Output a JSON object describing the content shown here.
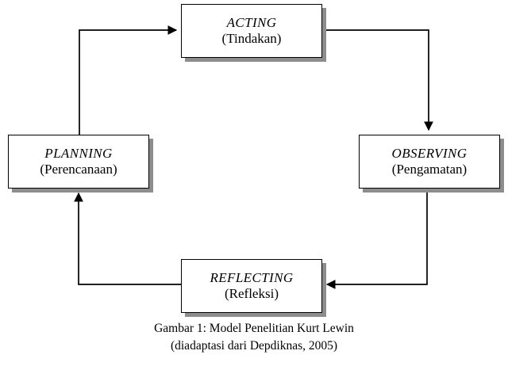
{
  "figure": {
    "caption_line_1": "Gambar 1:  Model Penelitian Kurt Lewin",
    "caption_line_2": "(diadaptasi dari Depdiknas, 2005)"
  },
  "nodes": {
    "acting": {
      "title_en": "ACTING",
      "title_id": "(Tindakan)"
    },
    "observing": {
      "title_en": "OBSERVING",
      "title_id": "(Pengamatan)"
    },
    "reflecting": {
      "title_en": "REFLECTING",
      "title_id": "(Refleksi)"
    },
    "planning": {
      "title_en": "PLANNING",
      "title_id": "(Perencanaan)"
    }
  },
  "colors": {
    "stroke": "#000000",
    "shadow": "#8d8d8d",
    "background": "#ffffff"
  },
  "chart_data": {
    "type": "diagram",
    "title": "Gambar 1:  Model Penelitian Kurt Lewin",
    "subtitle": "(diadaptasi dari Depdiknas, 2005)",
    "shape": "cycle",
    "nodes": [
      {
        "id": "planning",
        "label_en": "PLANNING",
        "label_id": "(Perencanaan)",
        "position": "left"
      },
      {
        "id": "acting",
        "label_en": "ACTING",
        "label_id": "(Tindakan)",
        "position": "top"
      },
      {
        "id": "observing",
        "label_en": "OBSERVING",
        "label_id": "(Pengamatan)",
        "position": "right"
      },
      {
        "id": "reflecting",
        "label_en": "REFLECTING",
        "label_id": "(Refleksi)",
        "position": "bottom"
      }
    ],
    "edges": [
      {
        "from": "planning",
        "to": "acting",
        "style": "elbow",
        "arrow": "end"
      },
      {
        "from": "acting",
        "to": "observing",
        "style": "elbow",
        "arrow": "end"
      },
      {
        "from": "observing",
        "to": "reflecting",
        "style": "elbow",
        "arrow": "end"
      },
      {
        "from": "reflecting",
        "to": "planning",
        "style": "elbow",
        "arrow": "end"
      }
    ]
  }
}
